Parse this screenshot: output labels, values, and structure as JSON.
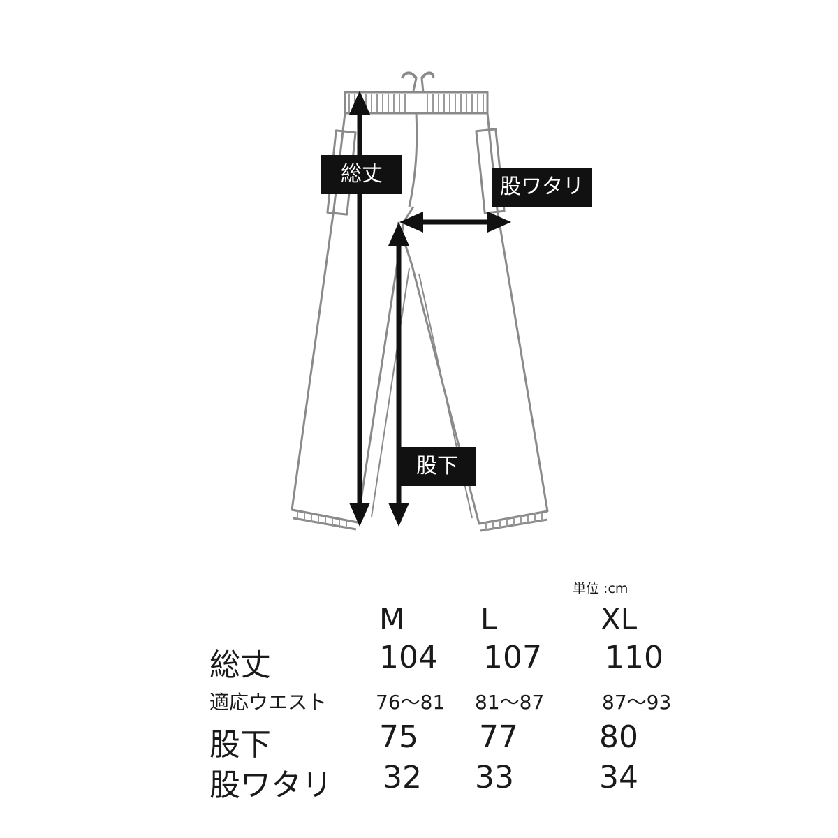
{
  "diagram": {
    "labels": {
      "total_length": "総丈",
      "thigh": "股ワタリ",
      "inseam": "股下"
    }
  },
  "size_table": {
    "unit": "単位 :cm",
    "sizes": [
      "M",
      "L",
      "XL"
    ],
    "rows": [
      {
        "label": "総丈",
        "values": [
          "104",
          "107",
          "110"
        ]
      },
      {
        "label": "適応ウエスト",
        "values": [
          "76〜81",
          "81〜87",
          "87〜93"
        ]
      },
      {
        "label": "股下",
        "values": [
          "75",
          "77",
          "80"
        ]
      },
      {
        "label": "股ワタリ",
        "values": [
          "32",
          "33",
          "34"
        ]
      }
    ]
  }
}
